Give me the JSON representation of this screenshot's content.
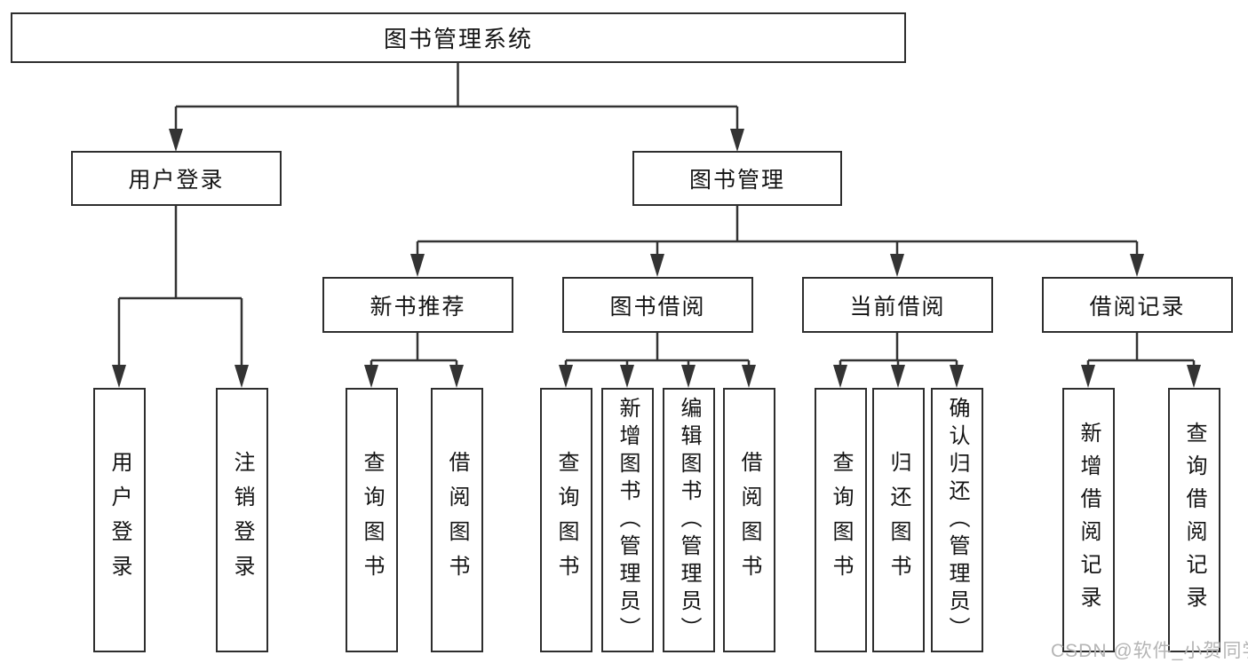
{
  "diagram": {
    "title": "图书管理系统",
    "tree": {
      "label": "图书管理系统",
      "children": [
        {
          "label": "用户登录",
          "children": [
            {
              "label": "用户登录"
            },
            {
              "label": "注销登录"
            }
          ]
        },
        {
          "label": "图书管理",
          "children": [
            {
              "label": "新书推荐",
              "children": [
                {
                  "label": "查询图书"
                },
                {
                  "label": "借阅图书"
                }
              ]
            },
            {
              "label": "图书借阅",
              "children": [
                {
                  "label": "查询图书"
                },
                {
                  "label": "新增图书（管理员）"
                },
                {
                  "label": "编辑图书（管理员）"
                },
                {
                  "label": "借阅图书"
                }
              ]
            },
            {
              "label": "当前借阅",
              "children": [
                {
                  "label": "查询图书"
                },
                {
                  "label": "归还图书"
                },
                {
                  "label": "确认归还（管理员）"
                }
              ]
            },
            {
              "label": "借阅记录",
              "children": [
                {
                  "label": "新增借阅记录"
                },
                {
                  "label": "查询借阅记录"
                }
              ]
            }
          ]
        }
      ]
    },
    "colors": {
      "line": "#333333",
      "box_border": "#2e2e2e",
      "text": "#141414",
      "background": "#ffffff",
      "watermark": "#b5b5b5"
    }
  },
  "watermark": {
    "text": "CSDN @软件_小贺同学"
  }
}
